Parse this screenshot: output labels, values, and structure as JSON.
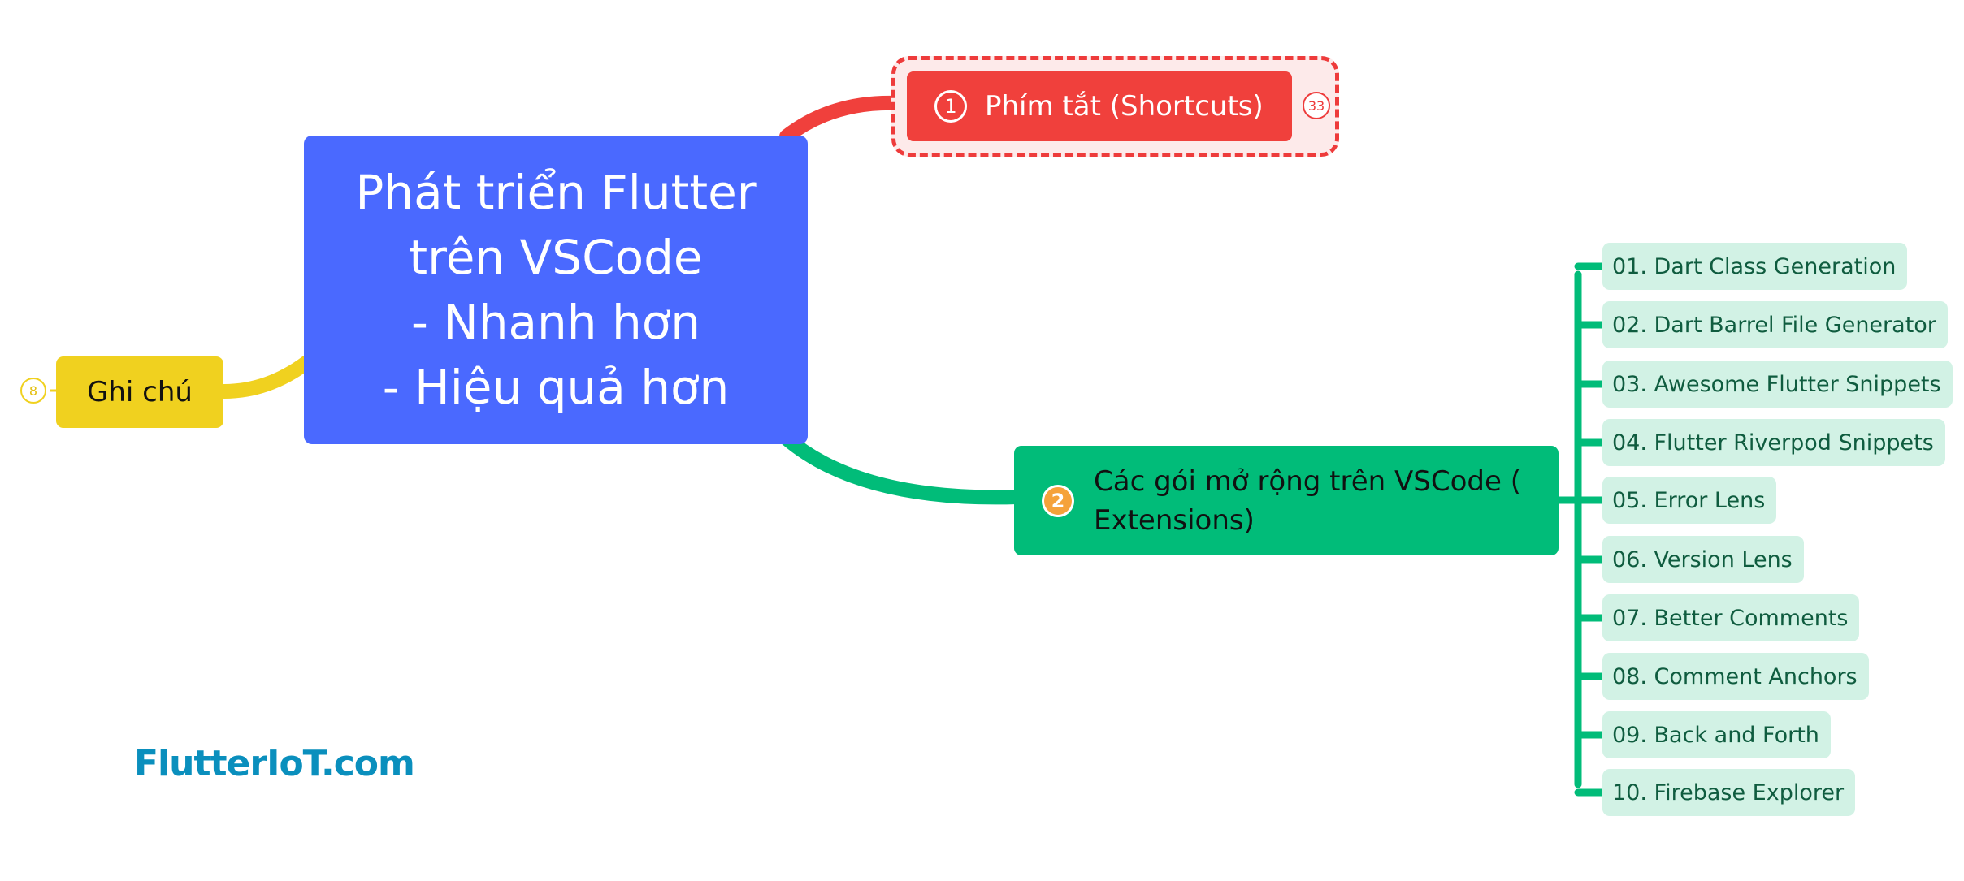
{
  "central": {
    "title": "Phát triển Flutter\ntrên VSCode\n- Nhanh hơn\n- Hiệu quả hơn",
    "color": "#4a69ff"
  },
  "note_node": {
    "label": "Ghi chú",
    "count": "8",
    "color": "#f0d11f"
  },
  "branch_shortcuts": {
    "number": "1",
    "label": "Phím tắt (Shortcuts)",
    "count": "33",
    "color": "#f0403c",
    "frame_color": "#ee3b3b",
    "frame_fill": "#fdeaea"
  },
  "branch_extensions": {
    "number": "2",
    "label": "Các gói mở rộng trên VSCode (\nExtensions)",
    "color": "#01bc79",
    "badge_color": "#f5a23a",
    "items": [
      "01. Dart Class Generation",
      "02. Dart Barrel File Generator",
      "03. Awesome Flutter Snippets",
      "04. Flutter Riverpod Snippets",
      "05. Error Lens",
      "06. Version Lens",
      "07. Better Comments",
      "08. Comment Anchors",
      "09. Back and Forth",
      "10. Firebase Explorer"
    ],
    "item_fill": "#d2f2e5",
    "item_text_color": "#0f5c3f"
  },
  "brand": {
    "text": "FlutterIoT.com",
    "color": "#0a8fbd"
  }
}
